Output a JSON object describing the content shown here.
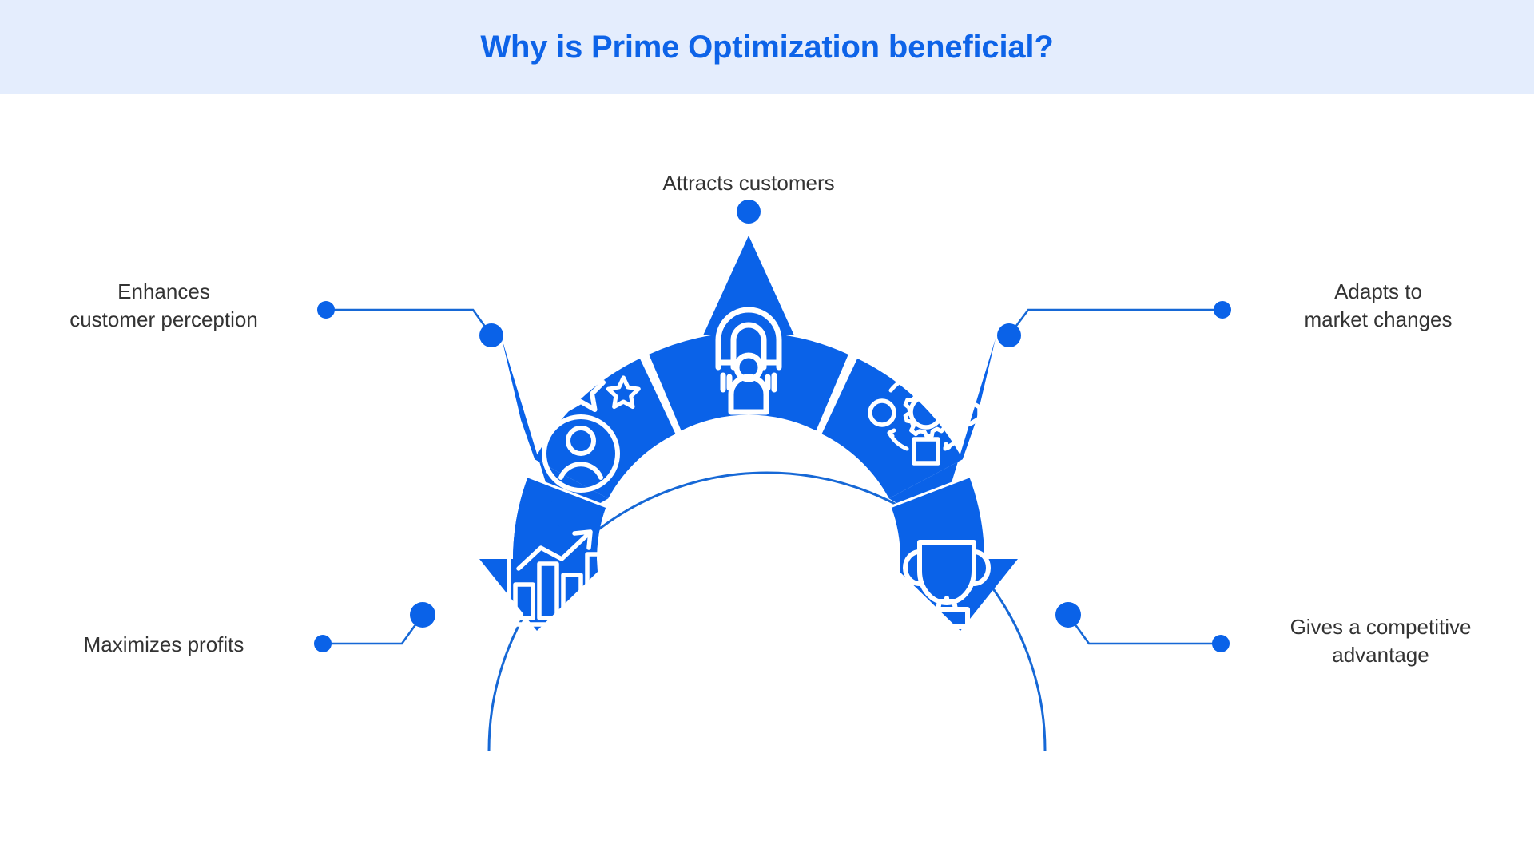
{
  "header": {
    "title": "Why is Prime Optimization beneficial?",
    "band_color": "#e4edfd",
    "title_color": "#0d63e8"
  },
  "theme": {
    "segment_blue": "#0a62e8",
    "line_blue": "#1668d6",
    "dot_blue": "#0a62e8",
    "icon_white": "#ffffff",
    "label_gray": "#333333",
    "background": "#ffffff"
  },
  "diagram": {
    "type": "semicircular-arrow-wheel",
    "segment_count": 5,
    "items": [
      {
        "id": "enhances-customer-perception",
        "label": "Enhances\ncustomer perception",
        "icon": "stars-person-icon",
        "position": "left-upper",
        "label_side": "left"
      },
      {
        "id": "attracts-customers",
        "label": "Attracts customers",
        "icon": "magnet-person-icon",
        "position": "top-center",
        "label_side": "top"
      },
      {
        "id": "adapts-to-market-changes",
        "label": "Adapts to\nmarket changes",
        "icon": "gear-shapes-cycle-icon",
        "position": "right-upper",
        "label_side": "right"
      },
      {
        "id": "maximizes-profits",
        "label": "Maximizes profits",
        "icon": "bar-chart-growth-icon",
        "position": "left-lower",
        "label_side": "left"
      },
      {
        "id": "gives-a-competitive-advantage",
        "label": "Gives a competitive\nadvantage",
        "icon": "trophy-icon",
        "position": "right-lower",
        "label_side": "right"
      }
    ]
  }
}
